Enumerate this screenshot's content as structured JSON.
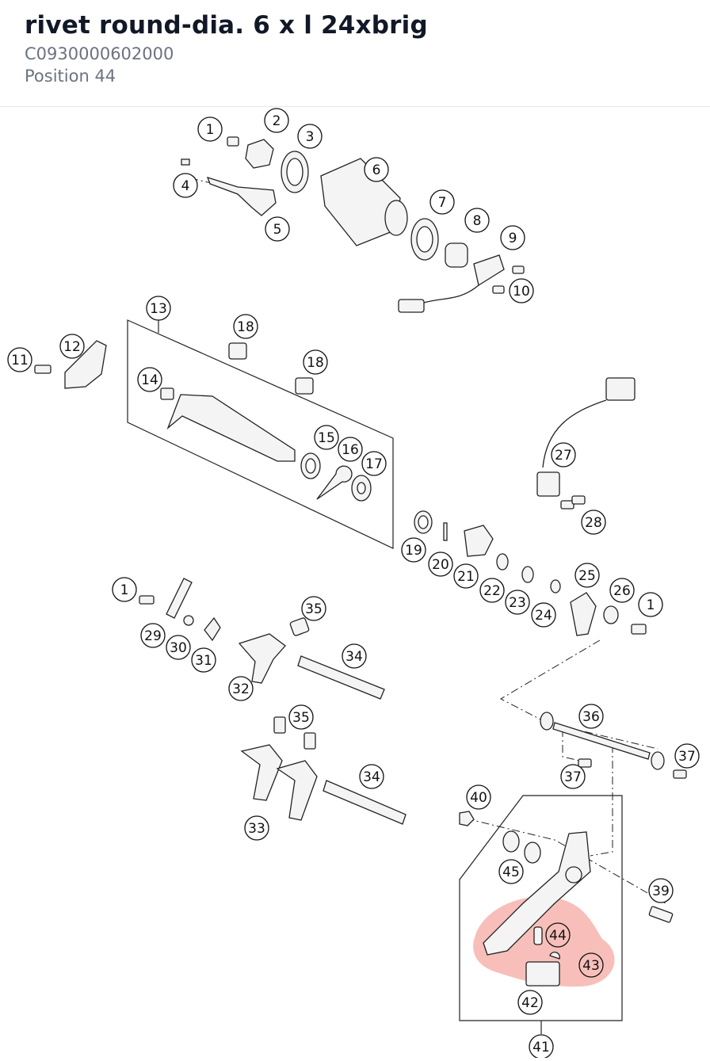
{
  "part": {
    "title": "rivet round-dia. 6 x l 24xbrig",
    "part_number": "C0930000602000",
    "position_label": "Position 44"
  },
  "diagram": {
    "highlight_color": "#f28b82",
    "callouts": [
      {
        "label": "1"
      },
      {
        "label": "2"
      },
      {
        "label": "3"
      },
      {
        "label": "4"
      },
      {
        "label": "5"
      },
      {
        "label": "6"
      },
      {
        "label": "7"
      },
      {
        "label": "8"
      },
      {
        "label": "9"
      },
      {
        "label": "10"
      },
      {
        "label": "13"
      },
      {
        "label": "11"
      },
      {
        "label": "12"
      },
      {
        "label": "18"
      },
      {
        "label": "18"
      },
      {
        "label": "14"
      },
      {
        "label": "15"
      },
      {
        "label": "16"
      },
      {
        "label": "17"
      },
      {
        "label": "27"
      },
      {
        "label": "28"
      },
      {
        "label": "19"
      },
      {
        "label": "20"
      },
      {
        "label": "21"
      },
      {
        "label": "22"
      },
      {
        "label": "23"
      },
      {
        "label": "24"
      },
      {
        "label": "25"
      },
      {
        "label": "26"
      },
      {
        "label": "1"
      },
      {
        "label": "1"
      },
      {
        "label": "29"
      },
      {
        "label": "30"
      },
      {
        "label": "31"
      },
      {
        "label": "35"
      },
      {
        "label": "34"
      },
      {
        "label": "32"
      },
      {
        "label": "35"
      },
      {
        "label": "34"
      },
      {
        "label": "33"
      },
      {
        "label": "36"
      },
      {
        "label": "37"
      },
      {
        "label": "37"
      },
      {
        "label": "40"
      },
      {
        "label": "45"
      },
      {
        "label": "39"
      },
      {
        "label": "44"
      },
      {
        "label": "43"
      },
      {
        "label": "42"
      },
      {
        "label": "41"
      }
    ]
  }
}
